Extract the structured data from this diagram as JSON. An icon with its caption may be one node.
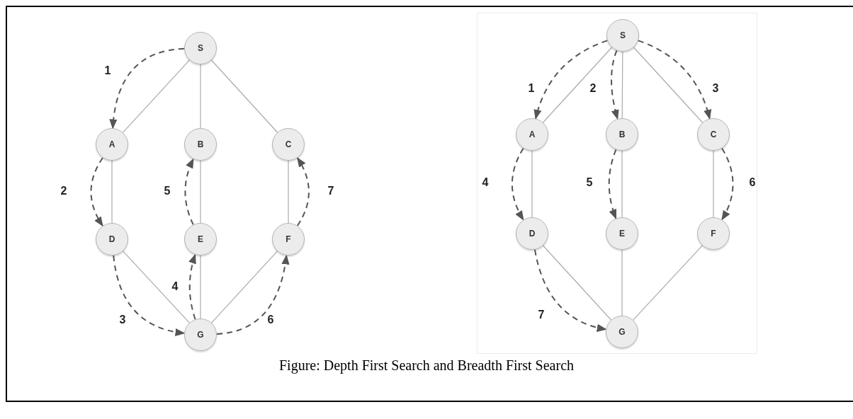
{
  "diagram": {
    "caption": "Figure: Depth First Search and Breadth First Search",
    "nodes": [
      {
        "text": [
          "S"
        ]
      },
      {
        "text": [
          "A"
        ]
      },
      {
        "text": [
          "B"
        ]
      },
      {
        "text": [
          "C"
        ]
      },
      {
        "text": [
          "D"
        ]
      },
      {
        "text": [
          "E"
        ]
      },
      {
        "text": [
          "F"
        ]
      },
      {
        "text": [
          "G"
        ]
      },
      {
        "text": [
          "S"
        ]
      },
      {
        "text": [
          "A"
        ]
      },
      {
        "text": [
          "B"
        ]
      },
      {
        "text": [
          "C"
        ]
      },
      {
        "text": [
          "D"
        ]
      },
      {
        "text": [
          "E"
        ]
      },
      {
        "text": [
          "F"
        ]
      },
      {
        "text": [
          "G"
        ]
      }
    ],
    "edges": [
      {
        "from": 0,
        "to": 1,
        "arrow": "none"
      },
      {
        "from": 0,
        "to": 2,
        "arrow": "none"
      },
      {
        "from": 0,
        "to": 3,
        "arrow": "none"
      },
      {
        "from": 1,
        "to": 4,
        "arrow": "none"
      },
      {
        "from": 2,
        "to": 5,
        "arrow": "none"
      },
      {
        "from": 3,
        "to": 6,
        "arrow": "none"
      },
      {
        "from": 4,
        "to": 7,
        "arrow": "none"
      },
      {
        "from": 5,
        "to": 7,
        "arrow": "none"
      },
      {
        "from": 6,
        "to": 7,
        "arrow": "none"
      },
      {
        "from": 0,
        "to": 1,
        "arrow": "to",
        "label": "1",
        "style": "dashed",
        "color": "#555555"
      },
      {
        "from": 1,
        "to": 4,
        "arrow": "to",
        "label": "2",
        "style": "dashed",
        "color": "#555555"
      },
      {
        "from": 4,
        "to": 7,
        "arrow": "to",
        "label": "3",
        "style": "dashed",
        "color": "#555555"
      },
      {
        "from": 7,
        "to": 5,
        "arrow": "to",
        "label": "4",
        "style": "dashed",
        "color": "#555555"
      },
      {
        "from": 5,
        "to": 2,
        "arrow": "to",
        "label": "5",
        "style": "dashed",
        "color": "#555555"
      },
      {
        "from": 7,
        "to": 6,
        "arrow": "to",
        "label": "6",
        "style": "dashed",
        "color": "#555555"
      },
      {
        "from": 6,
        "to": 3,
        "arrow": "to",
        "label": "7",
        "style": "dashed",
        "color": "#555555"
      },
      {
        "from": 8,
        "to": 9,
        "arrow": "none"
      },
      {
        "from": 8,
        "to": 10,
        "arrow": "none"
      },
      {
        "from": 8,
        "to": 11,
        "arrow": "none"
      },
      {
        "from": 9,
        "to": 12,
        "arrow": "none"
      },
      {
        "from": 10,
        "to": 13,
        "arrow": "none"
      },
      {
        "from": 11,
        "to": 14,
        "arrow": "none"
      },
      {
        "from": 12,
        "to": 15,
        "arrow": "none"
      },
      {
        "from": 13,
        "to": 15,
        "arrow": "none"
      },
      {
        "from": 14,
        "to": 15,
        "arrow": "none"
      },
      {
        "from": 8,
        "to": 9,
        "arrow": "to",
        "label": "1",
        "style": "dashed",
        "color": "#555555"
      },
      {
        "from": 8,
        "to": 10,
        "arrow": "to",
        "label": "2",
        "style": "dashed",
        "color": "#555555"
      },
      {
        "from": 8,
        "to": 11,
        "arrow": "to",
        "label": "3",
        "style": "dashed",
        "color": "#555555"
      },
      {
        "from": 9,
        "to": 12,
        "arrow": "to",
        "label": "4",
        "style": "dashed",
        "color": "#555555"
      },
      {
        "from": 10,
        "to": 13,
        "arrow": "to",
        "label": "5",
        "style": "dashed",
        "color": "#555555"
      },
      {
        "from": 11,
        "to": 14,
        "arrow": "to",
        "label": "6",
        "style": "dashed",
        "color": "#555555"
      },
      {
        "from": 12,
        "to": 15,
        "arrow": "to",
        "label": "7",
        "style": "dashed",
        "color": "#555555"
      }
    ]
  }
}
